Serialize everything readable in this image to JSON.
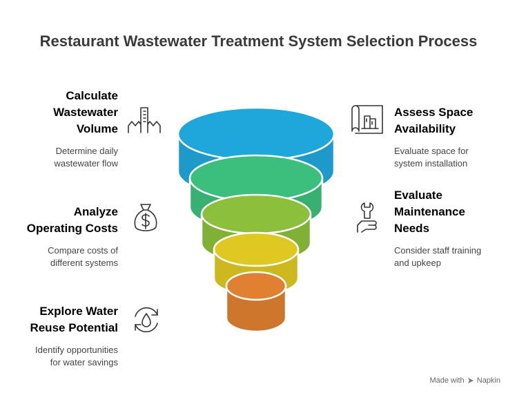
{
  "title": "Restaurant Wastewater Treatment System Selection Process",
  "steps": [
    {
      "heading_lines": [
        "Calculate",
        "Wastewater",
        "Volume"
      ],
      "desc_lines": [
        "Determine daily",
        "wastewater flow"
      ],
      "color": "#1fa7dc",
      "icon": "building-wave-icon"
    },
    {
      "heading_lines": [
        "Assess Space",
        "Availability"
      ],
      "desc_lines": [
        "Evaluate space for",
        "system installation"
      ],
      "color": "#3cbf7c",
      "icon": "blueprint-icon"
    },
    {
      "heading_lines": [
        "Analyze",
        "Operating Costs"
      ],
      "desc_lines": [
        "Compare costs of",
        "different systems"
      ],
      "color": "#8cbf3b",
      "icon": "money-bag-icon"
    },
    {
      "heading_lines": [
        "Evaluate",
        "Maintenance",
        "Needs"
      ],
      "desc_lines": [
        "Consider staff training",
        "and upkeep"
      ],
      "color": "#e0c822",
      "icon": "wrench-hand-icon"
    },
    {
      "heading_lines": [
        "Explore Water",
        "Reuse Potential"
      ],
      "desc_lines": [
        "Identify opportunities",
        "for water savings"
      ],
      "color": "#e08030",
      "icon": "water-cycle-icon"
    }
  ],
  "footer": {
    "made_with": "Made with",
    "brand": "Napkin"
  }
}
